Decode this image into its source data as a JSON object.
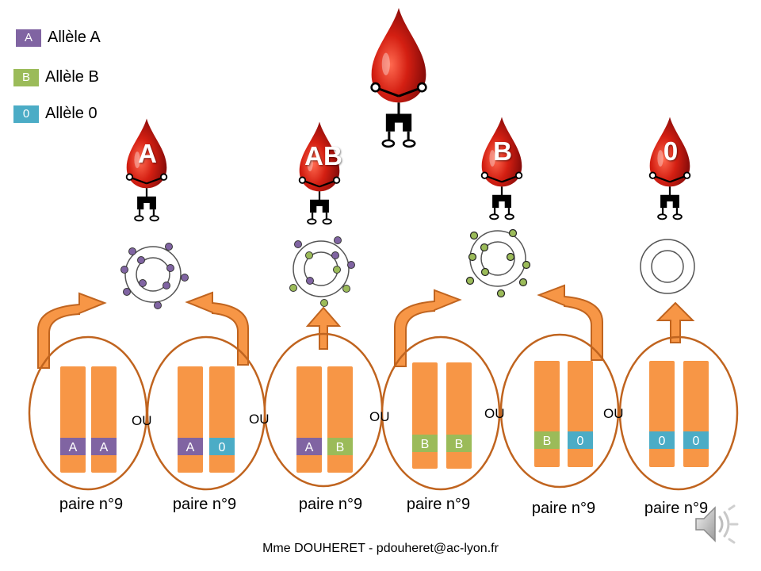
{
  "legend": [
    {
      "tag": "A",
      "label": "Allèle A",
      "color": "#8064a2"
    },
    {
      "tag": "B",
      "label": "Allèle B",
      "color": "#9bbb59"
    },
    {
      "tag": "0",
      "label": "Allèle 0",
      "color": "#4bacc6"
    }
  ],
  "blood_groups": [
    {
      "label": "A",
      "antigen": "A"
    },
    {
      "label": "AB",
      "antigen": "AB"
    },
    {
      "label": "B",
      "antigen": "B"
    },
    {
      "label": "0",
      "antigen": "none"
    }
  ],
  "pairs": [
    {
      "alleles": [
        "A",
        "A"
      ],
      "label": "paire n°9"
    },
    {
      "alleles": [
        "A",
        "0"
      ],
      "label": "paire n°9"
    },
    {
      "alleles": [
        "A",
        "B"
      ],
      "label": "paire n°9"
    },
    {
      "alleles": [
        "B",
        "B"
      ],
      "label": "paire n°9"
    },
    {
      "alleles": [
        "B",
        "0"
      ],
      "label": "paire n°9"
    },
    {
      "alleles": [
        "0",
        "0"
      ],
      "label": "paire n°9"
    }
  ],
  "or_word": "OU",
  "author": "Mme DOUHERET  - pdouheret@ac-lyon.fr",
  "colors": {
    "chromosome": "#f79646",
    "ring": "#c0641f",
    "arrow_fill": "#f79646",
    "arrow_stroke": "#c0641f",
    "drop_light": "#e03020",
    "drop_dark": "#8a0a0a"
  },
  "icons": {
    "speaker": "speaker-icon",
    "figure": "drop-figure-icon",
    "cell": "red-blood-cell-icon",
    "arrow": "arrow-icon"
  }
}
